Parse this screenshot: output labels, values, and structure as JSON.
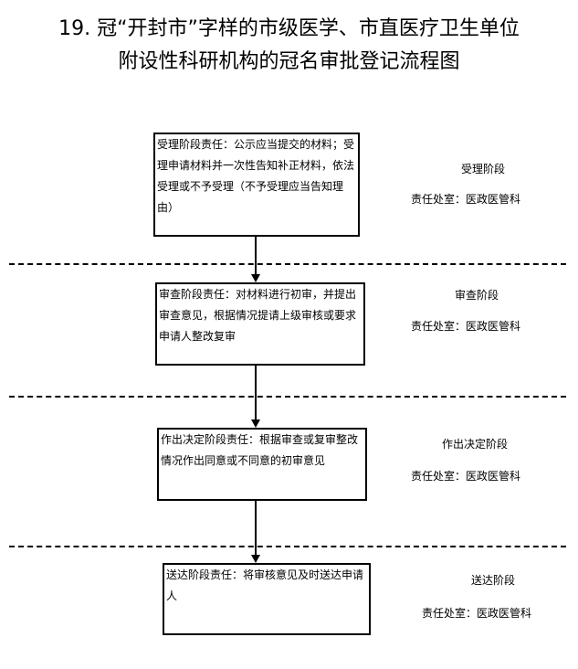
{
  "title": {
    "line1": "19. 冠“开封市”字样的市级医学、市直医疗卫生单位",
    "line2": "附设性科研机构的冠名审批登记流程图"
  },
  "stages": [
    {
      "box": "受理阶段责任：公示应当提交的材料；受理申请材料并一次性告知补正材料，依法受理或不予受理（不予受理应当告知理由）",
      "name": "受理阶段",
      "dept": "责任处室：医政医管科"
    },
    {
      "box": "审查阶段责任：对材料进行初审，并提出审查意见，根据情况提请上级审核或要求申请人整改复审",
      "name": "审查阶段",
      "dept": "责任处室：医政医管科"
    },
    {
      "box": "作出决定阶段责任：根据审查或复审整改情况作出同意或不同意的初审意见",
      "name": "作出决定阶段",
      "dept": "责任处室：医政医管科"
    },
    {
      "box": "送达阶段责任：将审核意见及时送达申请人",
      "name": "送达阶段",
      "dept": "责任处室：医政医管科"
    }
  ]
}
